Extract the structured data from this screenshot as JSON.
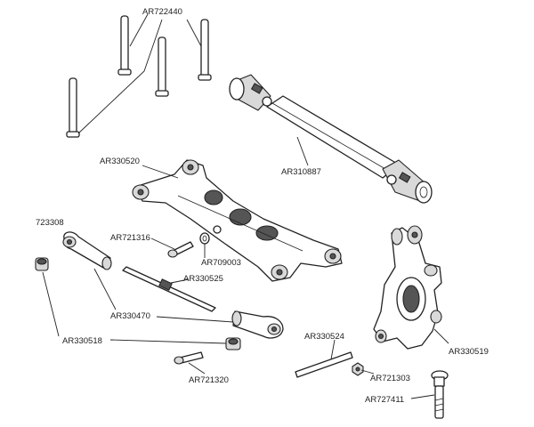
{
  "labels": {
    "AR722440": "AR722440",
    "AR310887": "AR310887",
    "AR330520": "AR330520",
    "AR723308": "723308",
    "AR721316": "AR721316",
    "AR709003": "AR709003",
    "AR330525": "AR330525",
    "AR330470": "AR330470",
    "AR330518": "AR330518",
    "AR330524": "AR330524",
    "AR330519": "AR330519",
    "AR721320": "AR721320",
    "AR721303": "AR721303",
    "AR727411": "AR727411"
  }
}
